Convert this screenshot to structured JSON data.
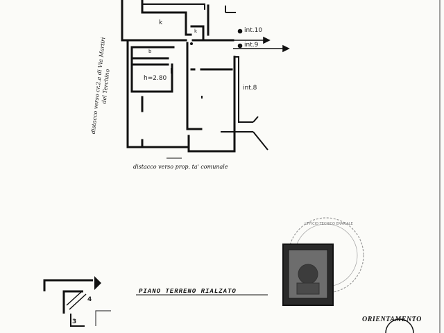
{
  "plan": {
    "room_k_big": "k",
    "room_k_small": "k",
    "room_b": "b",
    "room_height": "h=2.80",
    "unit_int10": "int.10",
    "unit_int9": "int.9",
    "unit_int8": "int.8",
    "side_note": "distacco verso cr.2.a di Via Martiri del Terchino",
    "bottom_note": "distacco verso prop. ta' comunale"
  },
  "legend": {
    "floor_title": "PIANO TERRENO RIALZATO",
    "orientation_label": "ORIENTAMENTO",
    "key_number_right": "4",
    "key_number_bottom": "3"
  },
  "stamp": {
    "seal_text": "UFFICIO TECNICO ERARIALE"
  }
}
